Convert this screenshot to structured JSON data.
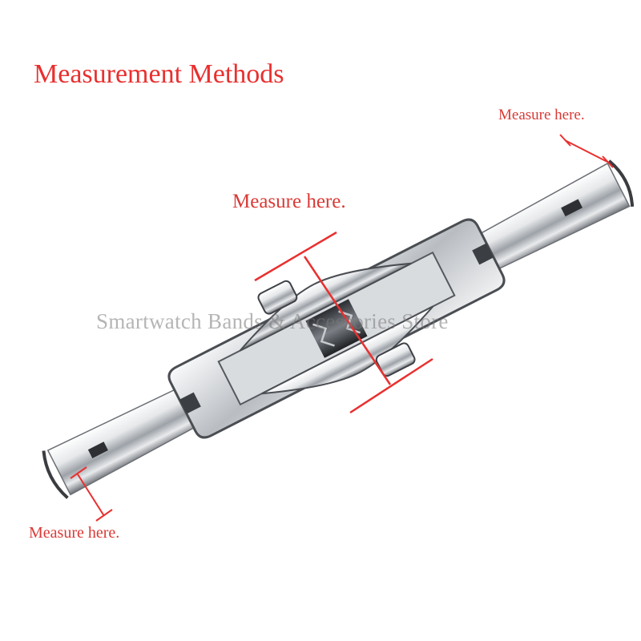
{
  "title": "Measurement Methods",
  "watermark": "Smartwatch Bands & Accessories Store",
  "labels": {
    "top_right": "Measure here.",
    "middle": "Measure here.",
    "bottom_left": "Measure here."
  },
  "colors": {
    "annotation": "#e8302f",
    "metal_light": "#f4f5f6",
    "metal_dark": "#5c6066"
  }
}
